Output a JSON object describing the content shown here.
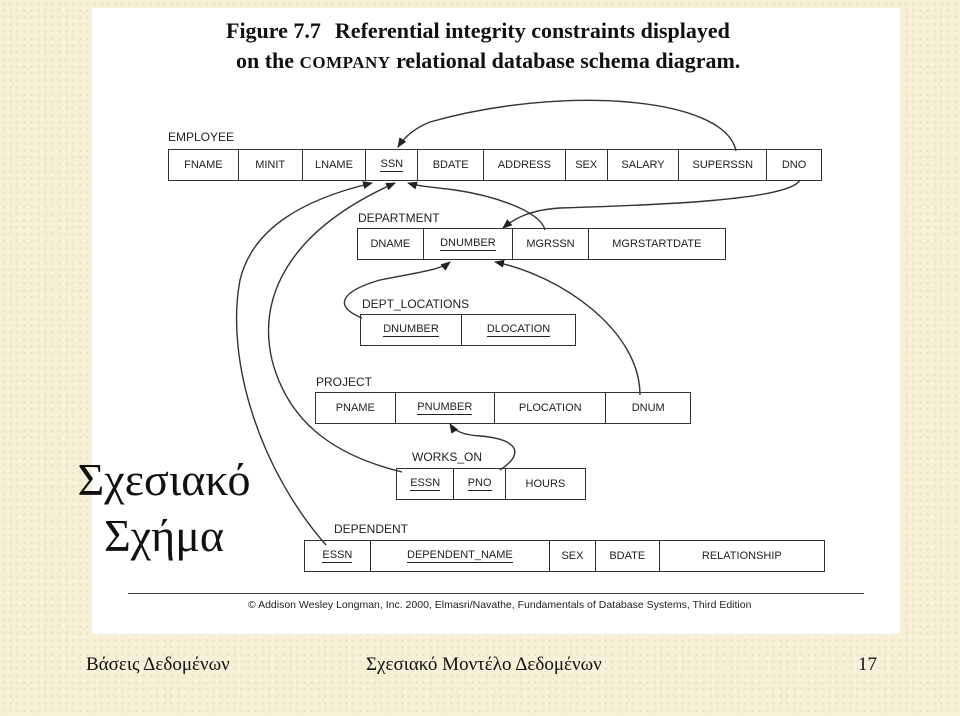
{
  "figure": {
    "label": "Figure 7.7",
    "title_line1": "Referential integrity constraints displayed",
    "title_line2_pre": "on the",
    "title_line2_company": "COMPANY",
    "title_line2_post": "relational database schema diagram."
  },
  "relations": [
    {
      "id": "employee",
      "name": "EMPLOYEE",
      "attributes": [
        "FNAME",
        "MINIT",
        "LNAME",
        "SSN",
        "BDATE",
        "ADDRESS",
        "SEX",
        "SALARY",
        "SUPERSSN",
        "DNO"
      ],
      "keys": [
        3
      ]
    },
    {
      "id": "department",
      "name": "DEPARTMENT",
      "attributes": [
        "DNAME",
        "DNUMBER",
        "MGRSSN",
        "MGRSTARTDATE"
      ],
      "keys": [
        1
      ]
    },
    {
      "id": "dept_locations",
      "name": "DEPT_LOCATIONS",
      "attributes": [
        "DNUMBER",
        "DLOCATION"
      ],
      "keys": [
        0,
        1
      ]
    },
    {
      "id": "project",
      "name": "PROJECT",
      "attributes": [
        "PNAME",
        "PNUMBER",
        "PLOCATION",
        "DNUM"
      ],
      "keys": [
        1
      ]
    },
    {
      "id": "works_on",
      "name": "WORKS_ON",
      "attributes": [
        "ESSN",
        "PNO",
        "HOURS"
      ],
      "keys": [
        0,
        1
      ]
    },
    {
      "id": "dependent",
      "name": "DEPENDENT",
      "attributes": [
        "ESSN",
        "DEPENDENT_NAME",
        "SEX",
        "BDATE",
        "RELATIONSHIP"
      ],
      "keys": [
        0,
        1
      ]
    }
  ],
  "references": [
    {
      "from": "EMPLOYEE.SUPERSSN",
      "to": "EMPLOYEE.SSN"
    },
    {
      "from": "EMPLOYEE.DNO",
      "to": "DEPARTMENT.DNUMBER"
    },
    {
      "from": "DEPARTMENT.MGRSSN",
      "to": "EMPLOYEE.SSN"
    },
    {
      "from": "DEPT_LOCATIONS.DNUMBER",
      "to": "DEPARTMENT.DNUMBER"
    },
    {
      "from": "PROJECT.DNUM",
      "to": "DEPARTMENT.DNUMBER"
    },
    {
      "from": "WORKS_ON.PNO",
      "to": "PROJECT.PNUMBER"
    },
    {
      "from": "WORKS_ON.ESSN",
      "to": "EMPLOYEE.SSN"
    },
    {
      "from": "DEPENDENT.ESSN",
      "to": "EMPLOYEE.SSN"
    }
  ],
  "credit": "© Addison Wesley Longman, Inc. 2000, Elmasri/Navathe, Fundamentals of Database Systems, Third Edition",
  "slide_title_line1": "Σχεσιακό",
  "slide_title_line2": "Σχήμα",
  "footer": {
    "left": "Βάσεις Δεδομένων",
    "center": "Σχεσιακό Μοντέλο Δεδομένων",
    "page": "17"
  }
}
